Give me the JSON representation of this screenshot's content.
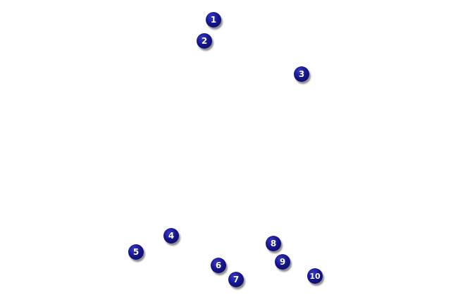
{
  "map": {
    "background": "#ffffff",
    "marker_color": "#0b0b7a",
    "marker_text_color": "#ffffff",
    "markers": [
      {
        "label": "1"
      },
      {
        "label": "2"
      },
      {
        "label": "3"
      },
      {
        "label": "4"
      },
      {
        "label": "5"
      },
      {
        "label": "6"
      },
      {
        "label": "7"
      },
      {
        "label": "8"
      },
      {
        "label": "9"
      },
      {
        "label": "10"
      }
    ]
  }
}
